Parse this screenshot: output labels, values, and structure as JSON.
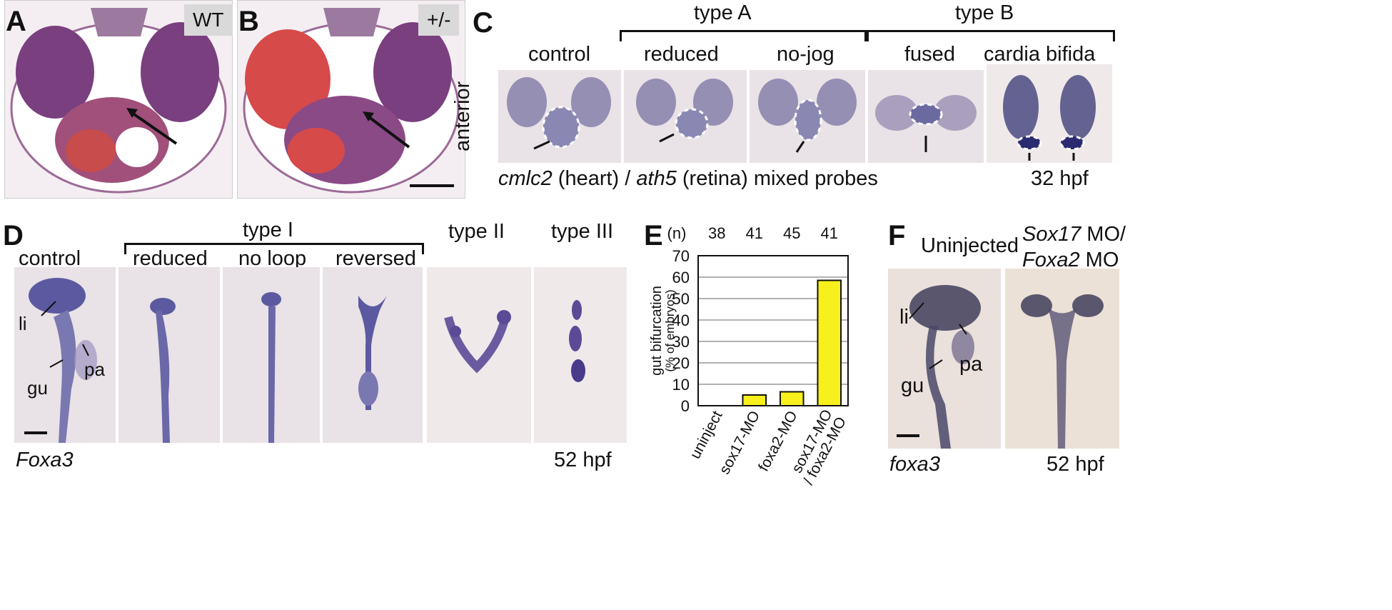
{
  "panels": {
    "A": {
      "letter": "A",
      "tag": "WT"
    },
    "B": {
      "letter": "B",
      "tag": "+/-"
    },
    "C": {
      "letter": "C",
      "group_a": "type A",
      "group_b": "type B",
      "cols": [
        "control",
        "reduced",
        "no-jog",
        "fused",
        "cardia bifida"
      ],
      "side_label": "anterior",
      "probe_cmlc2": "cmlc2",
      "probe_mid1": " (heart) / ",
      "probe_ath5": "ath5",
      "probe_end": " (retina) mixed probes",
      "time": "32 hpf"
    },
    "D": {
      "letter": "D",
      "group": "type I",
      "cols": [
        "control",
        "reduced",
        "no loop",
        "reversed",
        "type II",
        "type III"
      ],
      "labels": {
        "li": "li",
        "pa": "pa",
        "gu": "gu"
      },
      "gene": "Foxa3",
      "time": "52 hpf"
    },
    "E": {
      "letter": "E"
    },
    "F": {
      "letter": "F",
      "col1": "Uninjected",
      "col2_line1_gene": "Sox17",
      "col2_line1_rest": " MO/",
      "col2_line2_gene": "Foxa2",
      "col2_line2_rest": " MO",
      "labels": {
        "li": "li",
        "pa": "pa",
        "gu": "gu"
      },
      "gene": "foxa3",
      "time": "52 hpf"
    }
  },
  "chart_data": {
    "type": "bar",
    "categories": [
      "uninject",
      "sox17-MO",
      "foxa2-MO",
      "sox17-MO / foxa2-MO"
    ],
    "values": [
      0,
      5,
      6.5,
      58.5
    ],
    "n_label": "(n)",
    "n_values": [
      "38",
      "41",
      "45",
      "41"
    ],
    "ylabel": "gut bifurcation",
    "ylabel_sub": "(% of embryos)",
    "ylim": [
      0,
      70
    ],
    "yticks": [
      "0",
      "10",
      "20",
      "30",
      "40",
      "50",
      "60",
      "70"
    ],
    "grid": true,
    "bar_color": "#f7f01c"
  }
}
